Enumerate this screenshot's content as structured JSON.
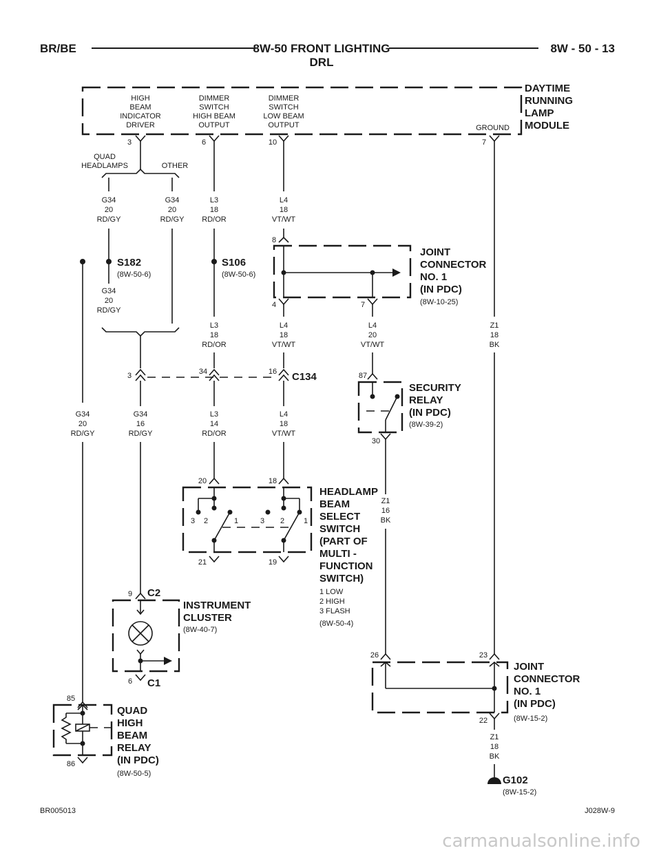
{
  "header": {
    "left": "BR/BE",
    "title_line1": "8W-50 FRONT LIGHTING",
    "title_line2": "DRL",
    "right": "8W - 50 - 13"
  },
  "drl_module": {
    "name": [
      "DAYTIME",
      "RUNNING",
      "LAMP",
      "MODULE"
    ],
    "hb_indicator": [
      "HIGH",
      "BEAM",
      "INDICATOR",
      "DRIVER"
    ],
    "dimmer_high": [
      "DIMMER",
      "SWITCH",
      "HIGH BEAM",
      "OUTPUT"
    ],
    "dimmer_low": [
      "DIMMER",
      "SWITCH",
      "LOW BEAM",
      "OUTPUT"
    ],
    "ground": "GROUND",
    "pins": [
      "3",
      "6",
      "10",
      "7"
    ]
  },
  "options": {
    "left": [
      "QUAD",
      "HEADLAMPS"
    ],
    "right": "OTHER"
  },
  "wires": {
    "g34_20_a": [
      "G34",
      "20",
      "RD/GY"
    ],
    "g34_20_b": [
      "G34",
      "20",
      "RD/GY"
    ],
    "g34_20_c": [
      "G34",
      "20",
      "RD/GY"
    ],
    "g34_20_d": [
      "G34",
      "20",
      "RD/GY"
    ],
    "g34_16": [
      "G34",
      "16",
      "RD/GY"
    ],
    "l3_18_a": [
      "L3",
      "18",
      "RD/OR"
    ],
    "l3_18_b": [
      "L3",
      "18",
      "RD/OR"
    ],
    "l3_14": [
      "L3",
      "14",
      "RD/OR"
    ],
    "l4_18_a": [
      "L4",
      "18",
      "VT/WT"
    ],
    "l4_18_b": [
      "L4",
      "18",
      "VT/WT"
    ],
    "l4_18_c": [
      "L4",
      "18",
      "VT/WT"
    ],
    "l4_20": [
      "L4",
      "20",
      "VT/WT"
    ],
    "z1_18_a": [
      "Z1",
      "18",
      "BK"
    ],
    "z1_16": [
      "Z1",
      "16",
      "BK"
    ],
    "z1_18_b": [
      "Z1",
      "18",
      "BK"
    ]
  },
  "splices": {
    "s182": {
      "name": "S182",
      "ref": "(8W-50-6)"
    },
    "s106": {
      "name": "S106",
      "ref": "(8W-50-6)"
    }
  },
  "joint_connector_top": {
    "name": [
      "JOINT",
      "CONNECTOR",
      "NO. 1",
      "(IN PDC)"
    ],
    "ref": "(8W-10-25)",
    "pins": [
      "8",
      "4",
      "7"
    ]
  },
  "c134": {
    "name": "C134",
    "pins": [
      "3",
      "34",
      "16"
    ]
  },
  "security_relay": {
    "name": [
      "SECURITY",
      "RELAY",
      "(IN PDC)"
    ],
    "ref": "(8W-39-2)",
    "pins": [
      "87",
      "30"
    ]
  },
  "headlamp_switch": {
    "name": [
      "HEADLAMP",
      "BEAM",
      "SELECT",
      "SWITCH",
      "(PART OF",
      "MULTI -",
      "FUNCTION",
      "SWITCH)"
    ],
    "legend": [
      "1 LOW",
      "2 HIGH",
      "3 FLASH"
    ],
    "ref": "(8W-50-4)",
    "pins": [
      "20",
      "18",
      "21",
      "19"
    ],
    "positions": [
      "3",
      "2",
      "1",
      "3",
      "2",
      "1"
    ]
  },
  "instrument_cluster": {
    "name": [
      "INSTRUMENT",
      "CLUSTER"
    ],
    "ref": "(8W-40-7)",
    "conn_top": "C2",
    "conn_bottom": "C1",
    "pin_top": "9",
    "pin_bottom": "6"
  },
  "joint_connector_bottom": {
    "name": [
      "JOINT",
      "CONNECTOR",
      "NO. 1",
      "(IN PDC)"
    ],
    "ref": "(8W-15-2)",
    "pins": [
      "26",
      "23",
      "22"
    ]
  },
  "quad_relay": {
    "name": [
      "QUAD",
      "HIGH",
      "BEAM",
      "RELAY",
      "(IN PDC)"
    ],
    "ref": "(8W-50-5)",
    "pins": [
      "85",
      "86"
    ]
  },
  "ground_g102": {
    "name": "G102",
    "ref": "(8W-15-2)"
  },
  "footer": {
    "left": "BR005013",
    "right": "J028W-9",
    "watermark": "carmanualsonline.info"
  }
}
